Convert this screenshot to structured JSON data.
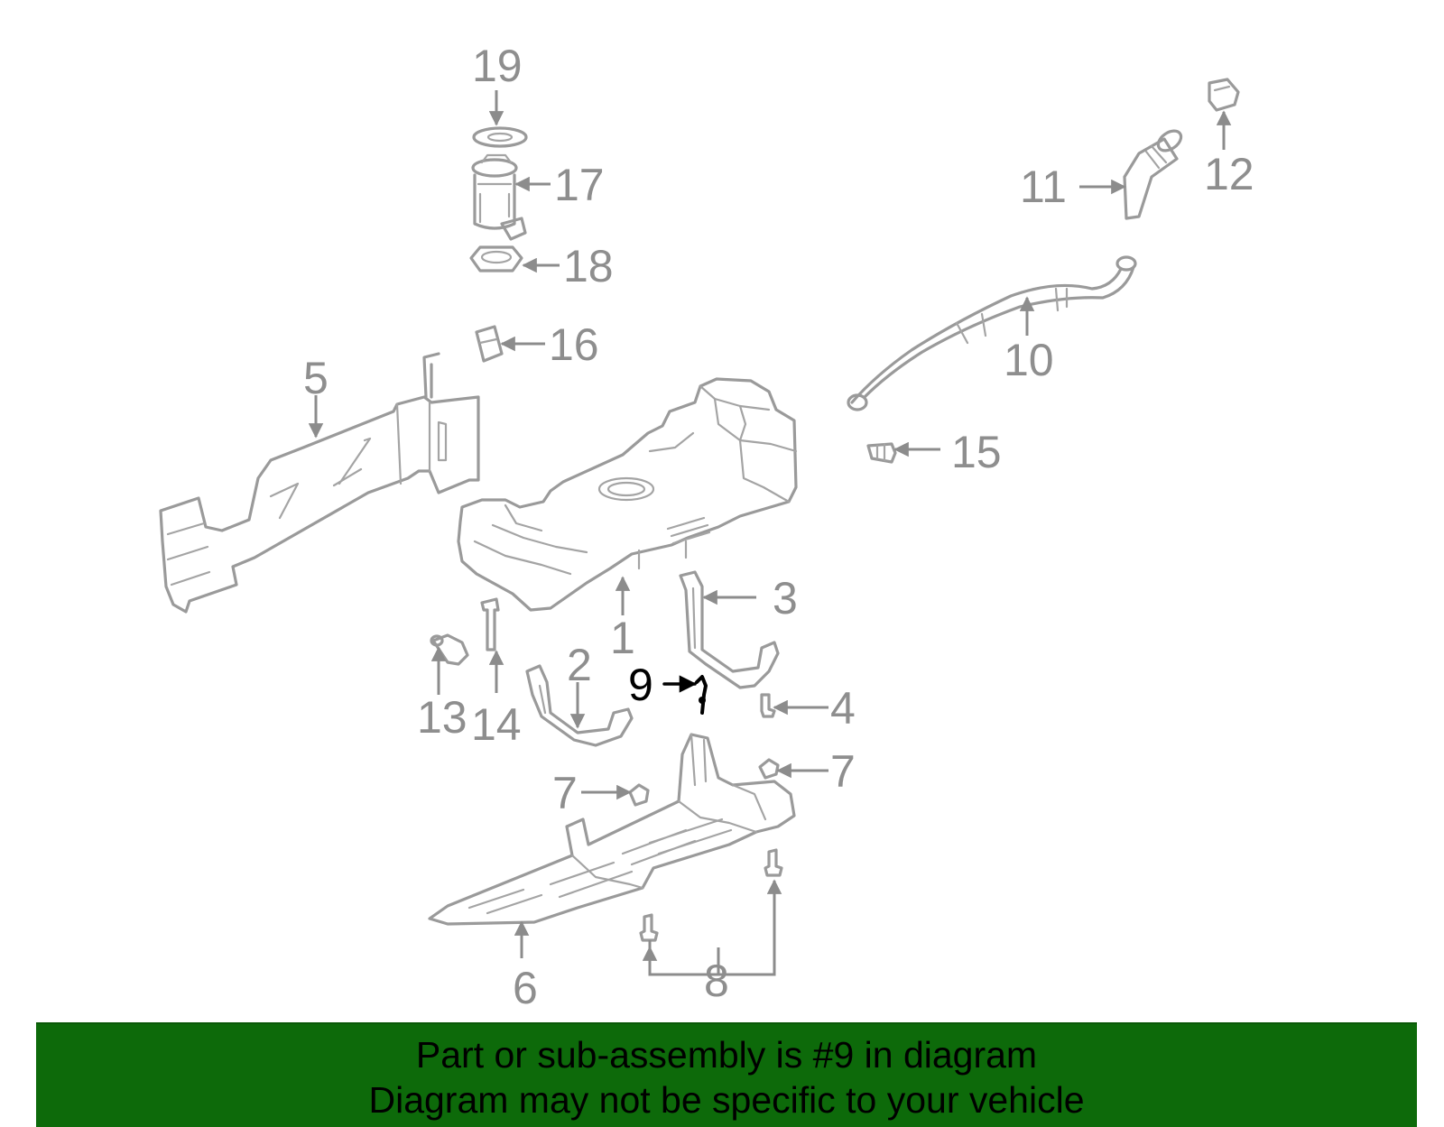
{
  "callouts": {
    "c1": "1",
    "c2": "2",
    "c3": "3",
    "c4": "4",
    "c5": "5",
    "c6": "6",
    "c7a": "7",
    "c7b": "7",
    "c8": "8",
    "c9": "9",
    "c10": "10",
    "c11": "11",
    "c12": "12",
    "c13": "13",
    "c14": "14",
    "c15": "15",
    "c16": "16",
    "c17": "17",
    "c18": "18",
    "c19": "19"
  },
  "highlighted_part": "9",
  "colors": {
    "part_stroke": "#9a9a9a",
    "highlight": "#000000",
    "banner_bg": "#0d6a0a",
    "banner_text": "#000000"
  },
  "footer": {
    "line1": "Part or sub-assembly is #9 in diagram",
    "line2": "Diagram may not be specific to your vehicle"
  }
}
